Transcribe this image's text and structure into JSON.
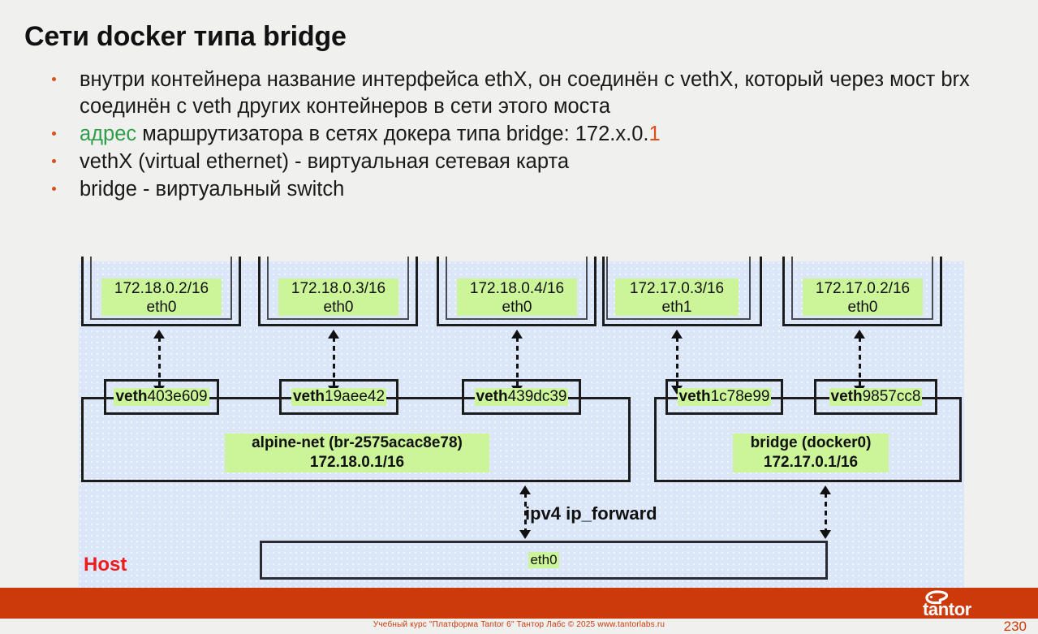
{
  "slide": {
    "title": "Сети docker типа bridge",
    "page_number": "230"
  },
  "bullets": [
    {
      "id": "bullet-1",
      "pre": "внутри контейнера название интерфейса ethX, он соединён с vethX, который через мост brx соединён с veth других контейнеров в сети этого моста",
      "text": "внутри контейнера название интерфейса ethX, он соединён с vethX, который через мост brx соединён с veth других контейнеров в сети этого моста"
    },
    {
      "id": "bullet-2",
      "green": "адрес",
      "mid": " маршрутизатора в сетях докера типа bridge: 172.x.0.",
      "orange": "1"
    },
    {
      "id": "bullet-3",
      "text": "vethX (virtual ethernet) - виртуальная сетевая карта"
    },
    {
      "id": "bullet-4",
      "text": "bridge - виртуальный switch"
    }
  ],
  "diagram": {
    "containers": [
      {
        "ip": "172.18.0.2/16",
        "iface": "eth0"
      },
      {
        "ip": "172.18.0.3/16",
        "iface": "eth0"
      },
      {
        "ip": "172.18.0.4/16",
        "iface": "eth0"
      },
      {
        "ip": "172.17.0.3/16",
        "iface": "eth1"
      },
      {
        "ip": "172.17.0.2/16",
        "iface": "eth0"
      }
    ],
    "veths": [
      {
        "bold": "veth",
        "rest": "403e609"
      },
      {
        "bold": "veth",
        "rest": "19aee42"
      },
      {
        "bold": "veth",
        "rest": "439dc39"
      },
      {
        "bold": "veth",
        "rest": "1c78e99"
      },
      {
        "bold": "veth",
        "rest": "9857cc8"
      }
    ],
    "bridges": [
      {
        "name": "alpine-net (br-2575acac8e78)",
        "ip": "172.18.0.1/16"
      },
      {
        "name": "bridge (docker0)",
        "ip": "172.17.0.1/16"
      }
    ],
    "ip_forward_label": "ipv4 ip_forward",
    "host_label": "Host",
    "host_iface": "eth0"
  },
  "footer": {
    "text": "Учебный курс \"Платформа Tantor 6\" Тантор Лабс © 2025 www.tantorlabs.ru",
    "logo_text": "tantor"
  },
  "colors": {
    "accent_orange": "#cc3a0b",
    "green_highlight": "#ccf599",
    "diagram_blue": "#dbe6f8",
    "host_red": "#ee1c1c"
  }
}
